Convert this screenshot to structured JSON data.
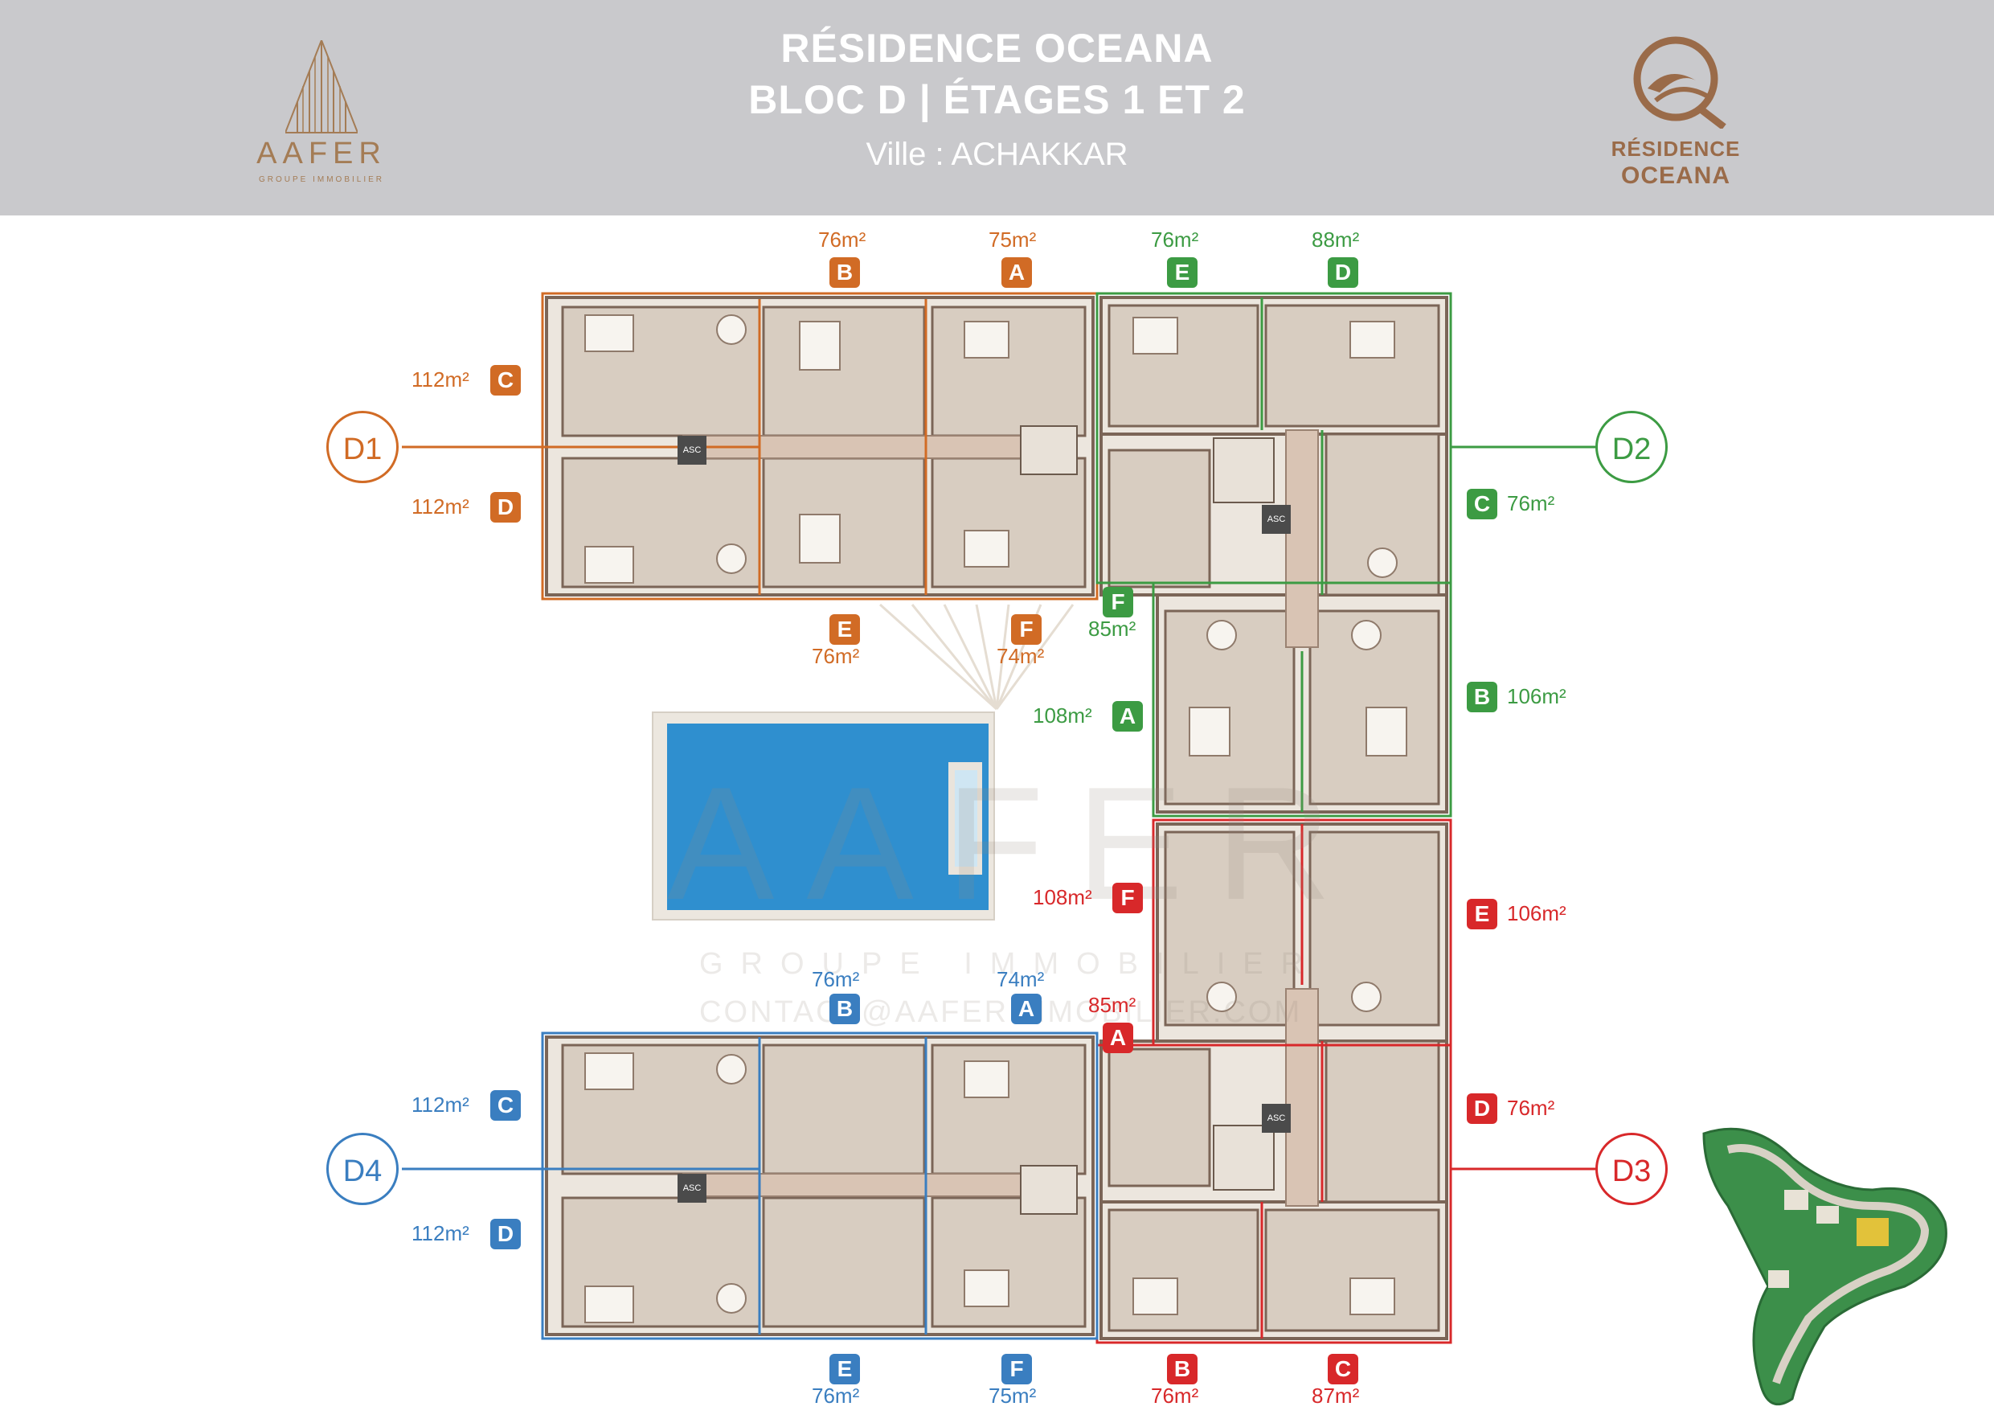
{
  "header": {
    "title_line1": "RÉSIDENCE OCEANA",
    "title_line2": "BLOC D | ÉTAGES 1 ET 2",
    "subtitle": "Ville : ACHAKKAR"
  },
  "logos": {
    "left": {
      "word": "AAFER",
      "tagline": "GROUPE IMMOBILIER"
    },
    "right": {
      "line1": "RÉSIDENCE",
      "line2": "OCEANA"
    }
  },
  "colors": {
    "D1": "#d16b25",
    "D2": "#3c9b43",
    "D3": "#d8282a",
    "D4": "#3a7ec0",
    "header_bg": "#c9c9cc"
  },
  "blocs": {
    "D1": {
      "label": "D1",
      "units": {
        "A": {
          "letter": "A",
          "area": "75m²"
        },
        "B": {
          "letter": "B",
          "area": "76m²"
        },
        "C": {
          "letter": "C",
          "area": "112m²"
        },
        "D": {
          "letter": "D",
          "area": "112m²"
        },
        "E": {
          "letter": "E",
          "area": "76m²"
        },
        "F": {
          "letter": "F",
          "area": "74m²"
        }
      }
    },
    "D2": {
      "label": "D2",
      "units": {
        "A": {
          "letter": "A",
          "area": "108m²"
        },
        "B": {
          "letter": "B",
          "area": "106m²"
        },
        "C": {
          "letter": "C",
          "area": "76m²"
        },
        "D": {
          "letter": "D",
          "area": "88m²"
        },
        "E": {
          "letter": "E",
          "area": "76m²"
        },
        "F": {
          "letter": "F",
          "area": "85m²"
        }
      }
    },
    "D3": {
      "label": "D3",
      "units": {
        "A": {
          "letter": "A",
          "area": "85m²"
        },
        "B": {
          "letter": "B",
          "area": "76m²"
        },
        "C": {
          "letter": "C",
          "area": "87m²"
        },
        "D": {
          "letter": "D",
          "area": "76m²"
        },
        "E": {
          "letter": "E",
          "area": "106m²"
        },
        "F": {
          "letter": "F",
          "area": "108m²"
        }
      }
    },
    "D4": {
      "label": "D4",
      "units": {
        "A": {
          "letter": "A",
          "area": "74m²"
        },
        "B": {
          "letter": "B",
          "area": "76m²"
        },
        "C": {
          "letter": "C",
          "area": "112m²"
        },
        "D": {
          "letter": "D",
          "area": "112m²"
        },
        "E": {
          "letter": "E",
          "area": "76m²"
        },
        "F": {
          "letter": "F",
          "area": "75m²"
        }
      }
    }
  },
  "asc_label": "ASC",
  "watermark": {
    "big": "AAFER",
    "line1": "GROUPE IMMOBILIER",
    "line2": "CONTACT@AAFERIMMOBILIER.COM"
  }
}
